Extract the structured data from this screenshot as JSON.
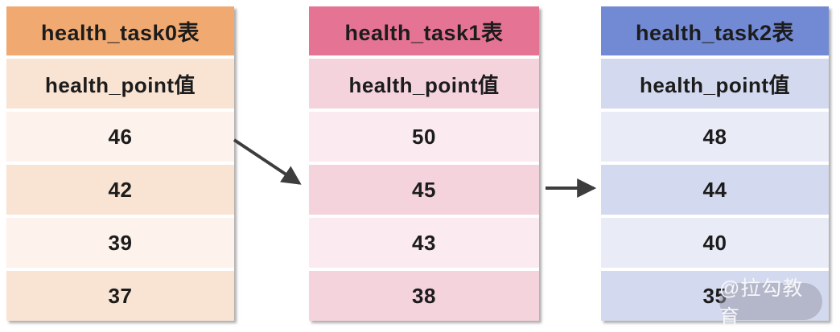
{
  "canvas": {
    "background": "#ffffff"
  },
  "tables": [
    {
      "title": "health_task0表",
      "subheader": "health_point值",
      "values": [
        "46",
        "42",
        "39",
        "37"
      ],
      "colors": {
        "header": "#f0a971",
        "row_dark": "#f9e3d2",
        "row_light": "#fdf2ec"
      }
    },
    {
      "title": "health_task1表",
      "subheader": "health_point值",
      "values": [
        "50",
        "45",
        "43",
        "38"
      ],
      "colors": {
        "header": "#e57394",
        "row_dark": "#f5d3dd",
        "row_light": "#fbebf0"
      }
    },
    {
      "title": "health_task2表",
      "subheader": "health_point值",
      "values": [
        "48",
        "44",
        "40",
        "35"
      ],
      "colors": {
        "header": "#7289d4",
        "row_dark": "#d3d9ee",
        "row_light": "#e9ecf7"
      }
    }
  ],
  "arrows": {
    "color": "#3d3d3d",
    "from_task0_row": "46",
    "to_task1_row": "45",
    "from_task1_row": "45",
    "to_task2_row": "44"
  },
  "watermark": {
    "text": "@拉勾教育",
    "text_color": "#f7f7fa",
    "background": "rgba(147,150,163,0.5)"
  }
}
